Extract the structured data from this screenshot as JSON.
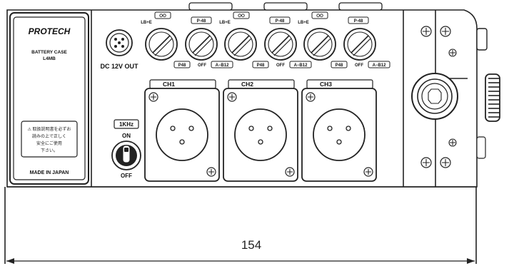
{
  "diagram": {
    "battery_case": {
      "brand": "PROTECH",
      "line1": "BATTERY CASE",
      "line2": "L4MB",
      "warning_lines": [
        "⚠ 取扱説明書を必ずお",
        "読みの上で正しく",
        "安全にご使用",
        "下さい。"
      ],
      "origin": "MADE IN JAPAN"
    },
    "dc_out_label": "DC 12V OUT",
    "switch_top_labels": [
      "LB+E",
      "⭘⭘",
      "P-48",
      "LB+E",
      "⭘⭘",
      "P-48",
      "LB+E",
      "⭘⭘",
      "P-48"
    ],
    "switch_bottom_labels": [
      "P48",
      "OFF",
      "A−B12",
      "P48",
      "OFF",
      "A−B12",
      "P48",
      "OFF",
      "A−B12"
    ],
    "channels": [
      "CH1",
      "CH2",
      "CH3"
    ],
    "tone": {
      "label": "1KHz",
      "on": "ON",
      "off": "OFF"
    },
    "dimension": {
      "value": "154"
    }
  }
}
